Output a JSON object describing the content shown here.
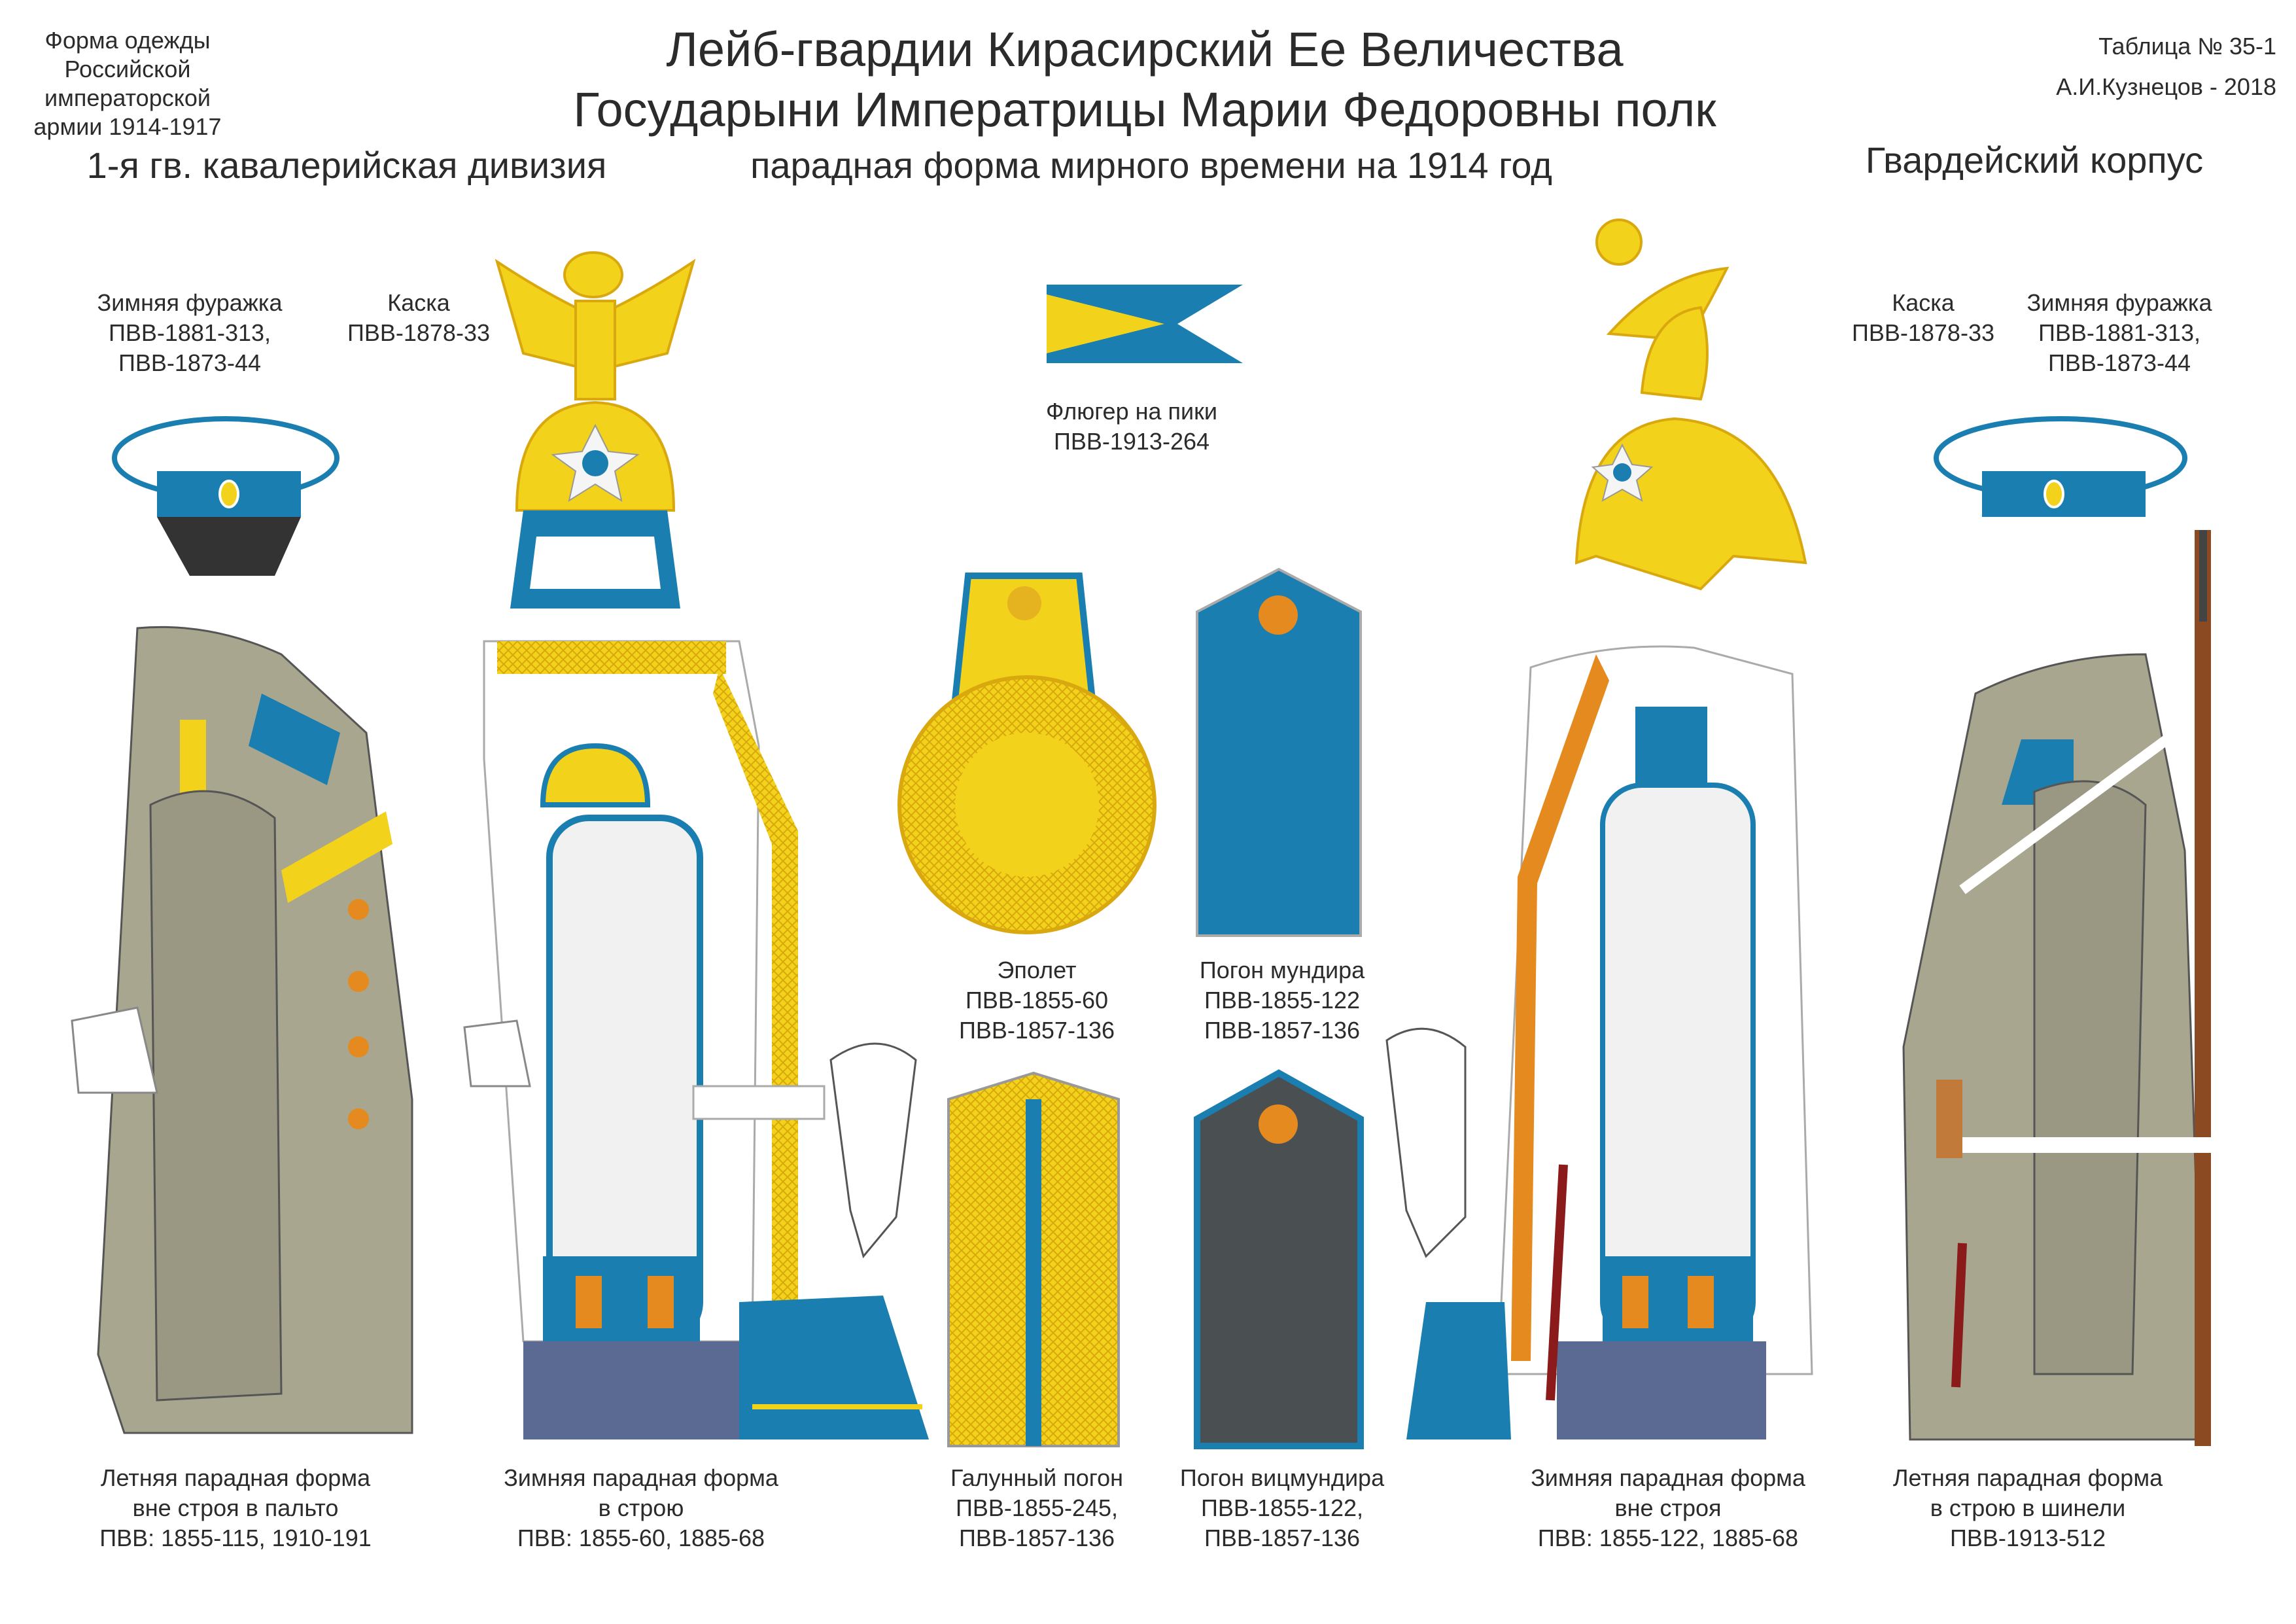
{
  "header": {
    "left": "Форма одежды\nРоссийской императорской\nармии  1914-1917",
    "title": "Лейб-гвардии Кирасирский Ее Величества\nГосударыни Императрицы Марии Федоровны полк",
    "right": "Таблица № 35-1\nА.И.Кузнецов - 2018",
    "division": "1-я гв. кавалерийская дивизия",
    "subtitle": "парадная форма мирного времени на 1914 год",
    "corps": "Гвардейский корпус"
  },
  "labels": {
    "cap_left": "Зимняя фуражка\nПВВ-1881-313,\nПВВ-1873-44",
    "helmet_left": "Каска\nПВВ-1878-33",
    "pennant": "Флюгер на пики\nПВВ-1913-264",
    "helmet_right": "Каска\nПВВ-1878-33",
    "cap_right": "Зимняя фуражка\nПВВ-1881-313,\nПВВ-1873-44",
    "epaulette": "Эполет\nПВВ-1855-60\nПВВ-1857-136",
    "tunic_strap": "Погон мундира\nПВВ-1855-122\nПВВ-1857-136",
    "figure1": "Летняя парадная форма\nвне строя в пальто\nПВВ: 1855-115, 1910-191",
    "figure2": "Зимняя парадная форма\nв строю\nПВВ: 1855-60, 1885-68",
    "galloon_strap": "Галунный погон\nПВВ-1855-245,\nПВВ-1857-136",
    "vicmundir_strap": "Погон вицмундира\nПВВ-1855-122,\nПВВ-1857-136",
    "figure3": "Зимняя парадная форма\nвне строя\nПВВ: 1855-122, 1885-68",
    "figure4": "Летняя парадная форма\nв строю в шинели\nПВВ-1913-512"
  },
  "colors": {
    "regimental_blue": "#1a7fb0",
    "gold": "#f2d21b",
    "khaki": "#a8a68f",
    "white": "#ffffff",
    "orange": "#e58a1f",
    "dark_grey": "#4a5052",
    "trouser_blue": "#5a6a93"
  }
}
